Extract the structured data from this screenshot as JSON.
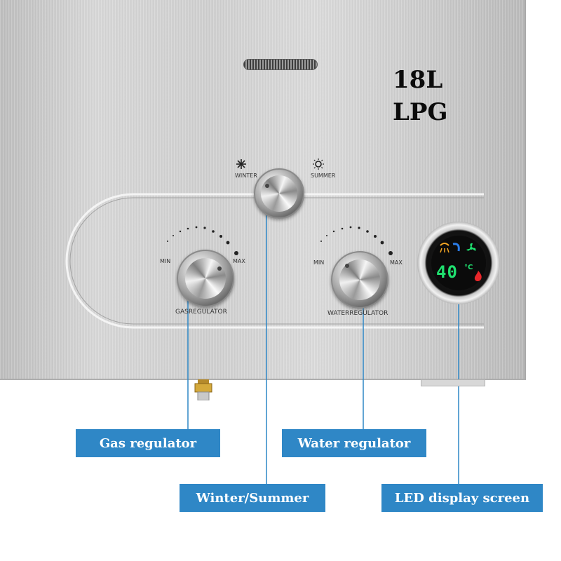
{
  "product": {
    "capacity": "18L",
    "fuel": "LPG"
  },
  "mode_switch": {
    "winter_label": "WINTER",
    "summer_label": "SUMMER"
  },
  "gas_knob": {
    "name_label": "GASREGULATOR",
    "min_label": "MIN",
    "max_label": "MAX"
  },
  "water_knob": {
    "name_label": "WATERREGULATOR",
    "min_label": "MIN",
    "max_label": "MAX"
  },
  "display": {
    "temperature": "40",
    "unit": "°C",
    "led_color": "#1fe06f"
  },
  "callouts": {
    "gas_regulator": "Gas regulator",
    "water_regulator": "Water regulator",
    "winter_summer": "Winter/Summer",
    "led_display": "LED display screen"
  },
  "colors": {
    "callout_bg": "#2f87c6",
    "callout_text": "#ffffff",
    "panel": "#cfcfcf"
  },
  "icons": [
    "snowflake-icon",
    "sun-icon",
    "shower-icon",
    "fan-icon",
    "flame-icon"
  ]
}
